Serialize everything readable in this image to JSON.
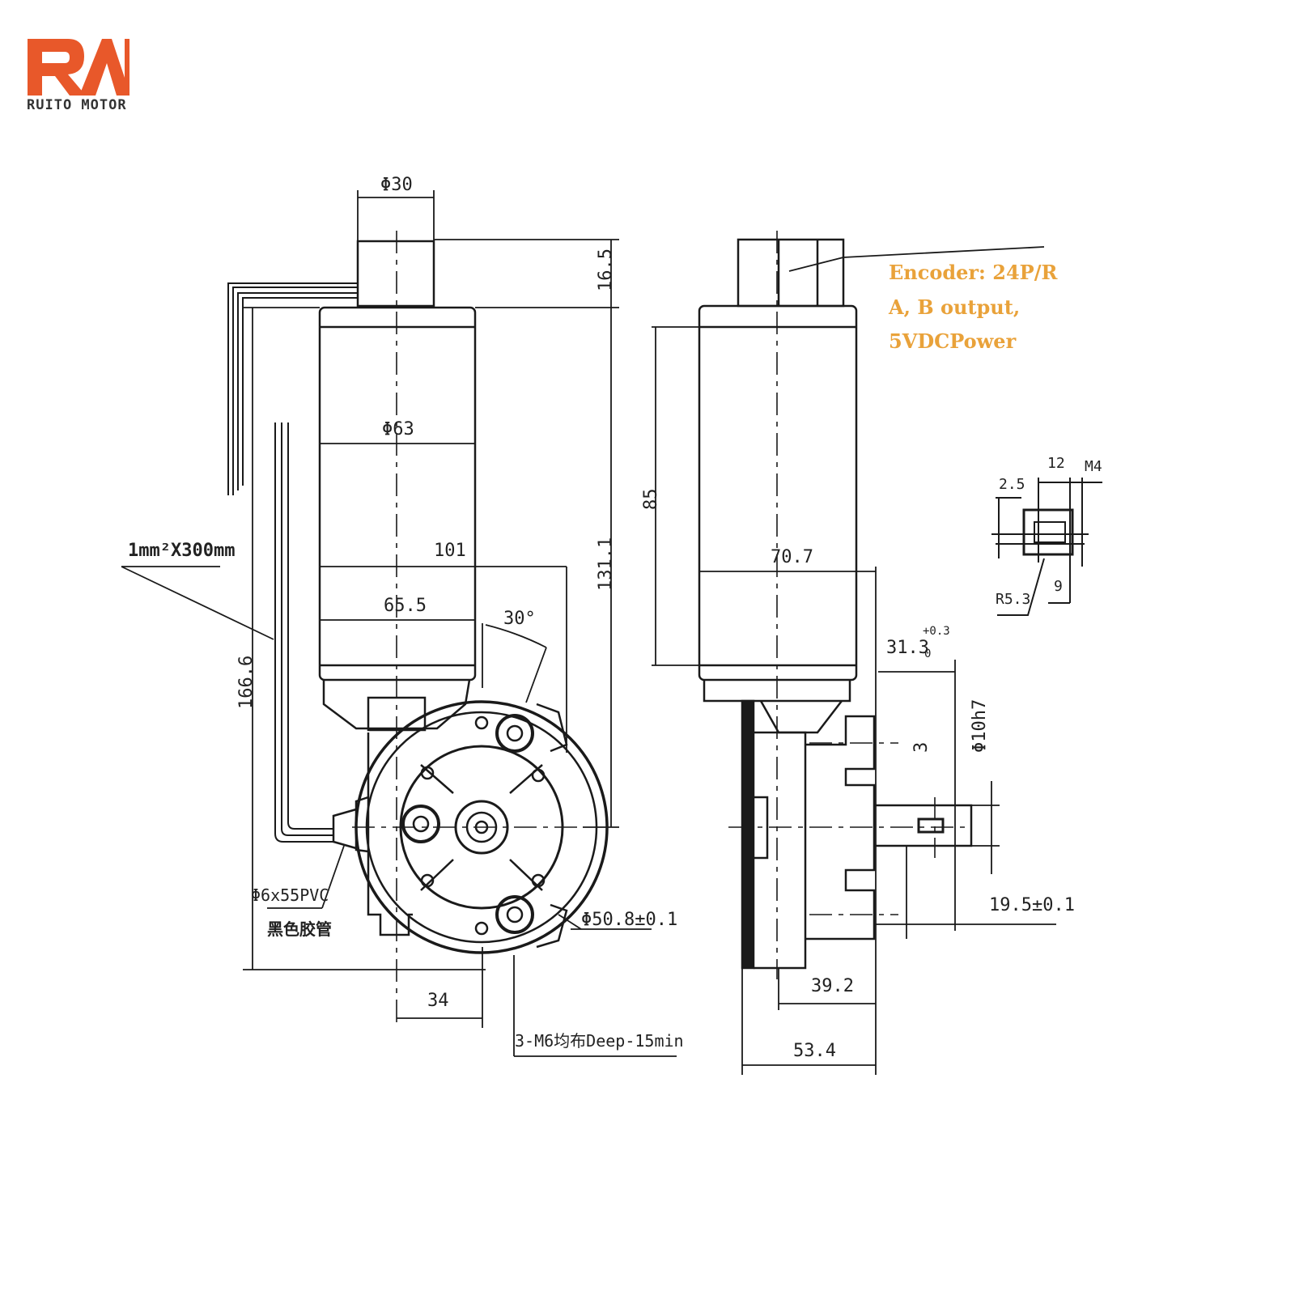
{
  "brand": {
    "name": "RUITO MOTOR",
    "logo_color": "#e8582a"
  },
  "encoder_note": {
    "line1": "Encoder: 24P/R",
    "line2": "A, B output,",
    "line3": "5VDCPower",
    "color": "#e9a23a"
  },
  "dimensions": {
    "encoder_dia": "Φ30",
    "encoder_len": "16.5",
    "motor_dia": "Φ63",
    "len_101": "101",
    "len_65_5": "65.5",
    "angle": "30°",
    "total_131_1": "131.1",
    "total_166_6": "166.6",
    "len_85": "85",
    "len_70_7": "70.7",
    "shaft_len": "31.3",
    "shaft_tol_upper": "+0.3",
    "shaft_tol_lower": "0",
    "shaft_dia": "Φ10h7",
    "key_depth": "3",
    "offset_19_5": "19.5±0.1",
    "flange_dia": "Φ50.8±0.1",
    "len_34": "34",
    "len_39_2": "39.2",
    "len_53_4": "53.4",
    "detail_2_5": "2.5",
    "detail_12": "12",
    "detail_m4": "M4",
    "detail_r5_3": "R5.3",
    "detail_9": "9"
  },
  "labels": {
    "wire_spec": "1mm²X300mm",
    "cable_spec": "Φ6x55PVC",
    "cable_note": "黑色胶管",
    "thread_note": "3-M6均布Deep-15min"
  }
}
